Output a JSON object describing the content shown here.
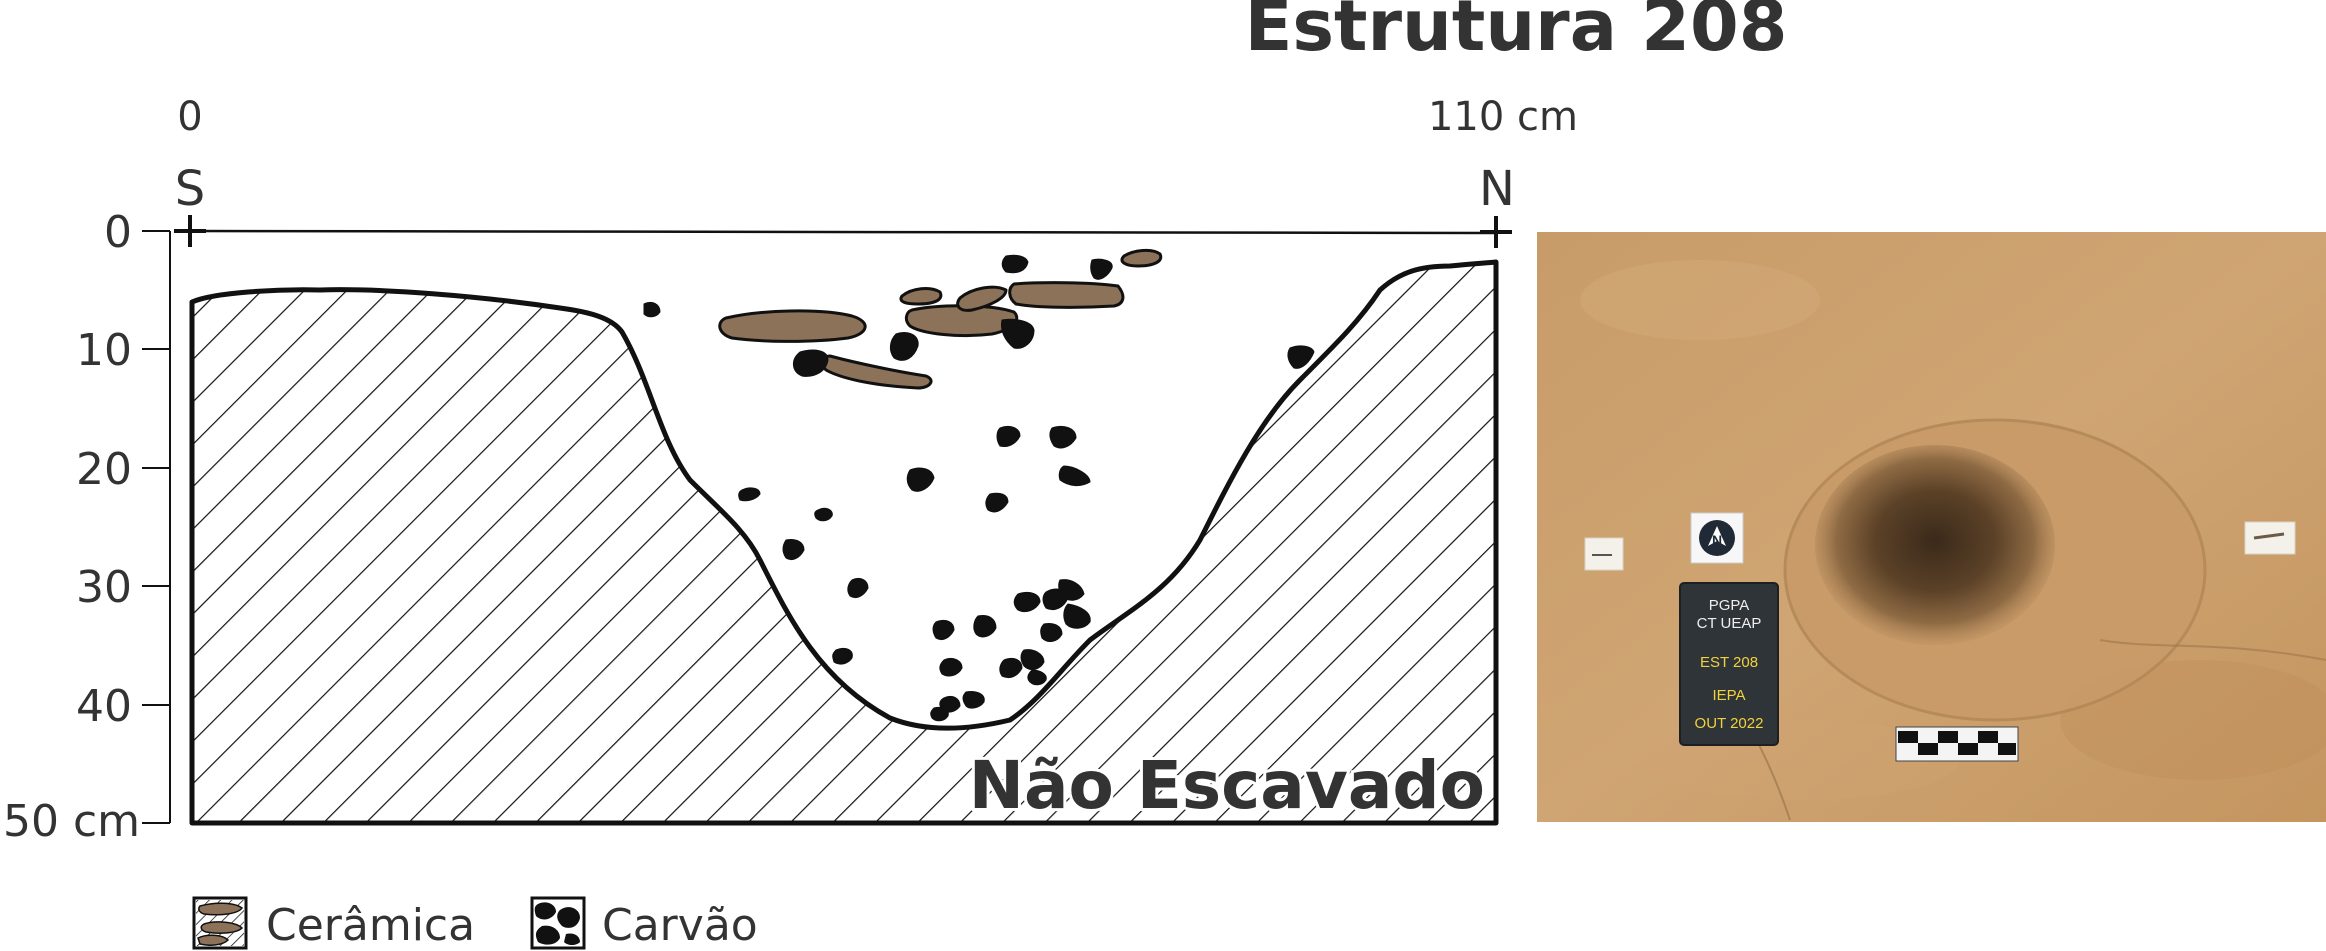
{
  "title": "Estrutura 208",
  "horizontal_scale": {
    "start": "0",
    "end": "110 cm"
  },
  "orientation": {
    "left": "S",
    "right": "N"
  },
  "depth_axis": {
    "ticks": [
      "0",
      "10",
      "20",
      "30",
      "40",
      "50 cm"
    ]
  },
  "section_label": "Não Escavado",
  "legend": [
    {
      "label": "Cerâmica",
      "icon": "ceramic-swatch-icon"
    },
    {
      "label": "Carvão",
      "icon": "charcoal-swatch-icon"
    }
  ],
  "photo": {
    "north_marker": "N",
    "board_lines": [
      "PGPA",
      "CT UEAP",
      "EST 208",
      "IEPA",
      "OUT 2022"
    ]
  },
  "colors": {
    "ink": "#111111",
    "text": "#333333",
    "ceramic": "#8c7258",
    "charcoal": "#111111",
    "soil": "#c79a66",
    "board": "#2f3438",
    "board_text": "#f2d23c"
  }
}
